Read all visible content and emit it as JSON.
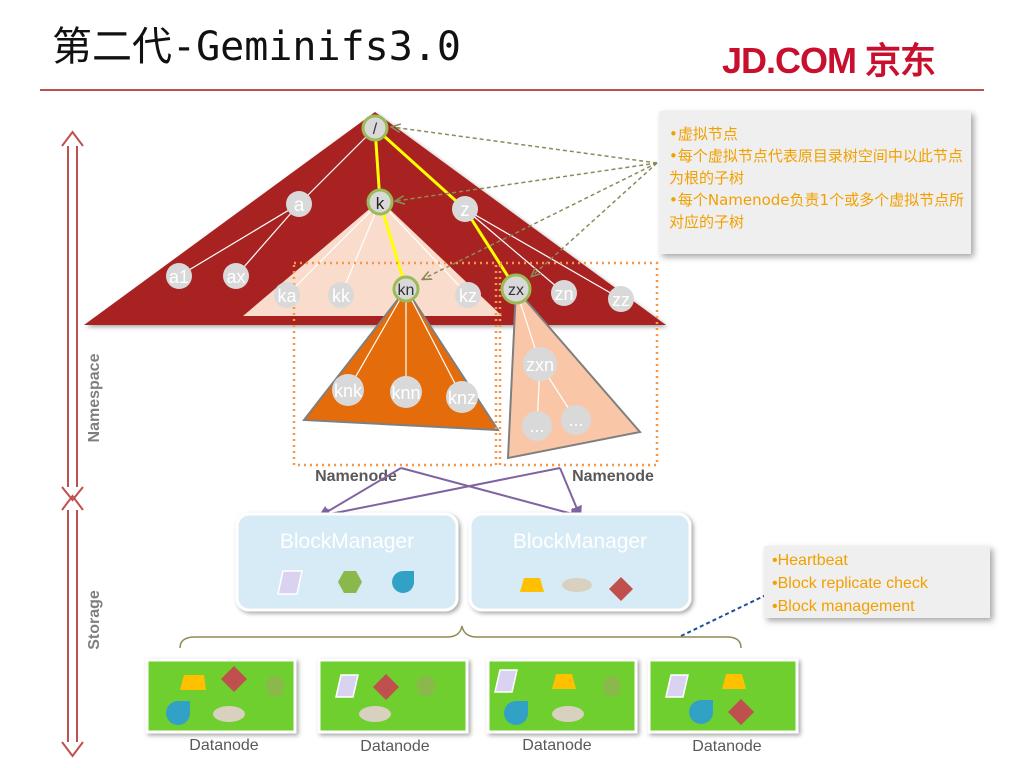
{
  "header": {
    "title": "第二代-Geminifs3.0",
    "logo": "JD.COM 京东"
  },
  "axis": {
    "namespace": "Namespace",
    "storage": "Storage"
  },
  "tree": {
    "root": "/",
    "level1": [
      "a",
      "k",
      "z"
    ],
    "a_children": [
      "a1",
      "ax"
    ],
    "k_children": [
      "ka",
      "kk",
      "kn",
      "kz"
    ],
    "z_children": [
      "zx",
      "zn",
      "zz"
    ],
    "kn_children": [
      "knk",
      "knn",
      "knz"
    ],
    "zx_children": [
      "zxn"
    ],
    "zxn_children": [
      "...",
      "..."
    ]
  },
  "namenodes": [
    "Namenode",
    "Namenode"
  ],
  "blockmanagers": [
    "BlockManager",
    "BlockManager"
  ],
  "datanodes": [
    "Datanode",
    "Datanode",
    "Datanode",
    "Datanode"
  ],
  "notes": {
    "virtual": [
      "•虚拟节点",
      "•每个虚拟节点代表原目录树空间中以此节点为根的子树",
      "•每个Namenode负责1个或多个虚拟节点所对应的子树"
    ],
    "blockmanager": [
      "•Heartbeat",
      "•Block replicate check",
      "•Block management"
    ]
  },
  "colors": {
    "namespace_triangle": "#a82022",
    "k_subtree": "#f9dccc",
    "kn_subtree": "#e46c0a",
    "zx_subtree": "#f9c7a8",
    "node_circle": "#d9d9d9",
    "virtual_node_ring": "#9bbb59",
    "highlight_edge": "#ffff00",
    "blockmanager_fill": "#d6ebf5",
    "datanode_fill": "#6ecf2e",
    "note_text": "#f2a000",
    "arrow_purple": "#8064a2",
    "yellow_shape": "#ffc000",
    "red_shape": "#c0504d",
    "green_shape": "#8bb84a",
    "blue_shape": "#31a2c6",
    "lavender_shape": "#d9d2f0",
    "tan_shape": "#d9d1c0"
  }
}
